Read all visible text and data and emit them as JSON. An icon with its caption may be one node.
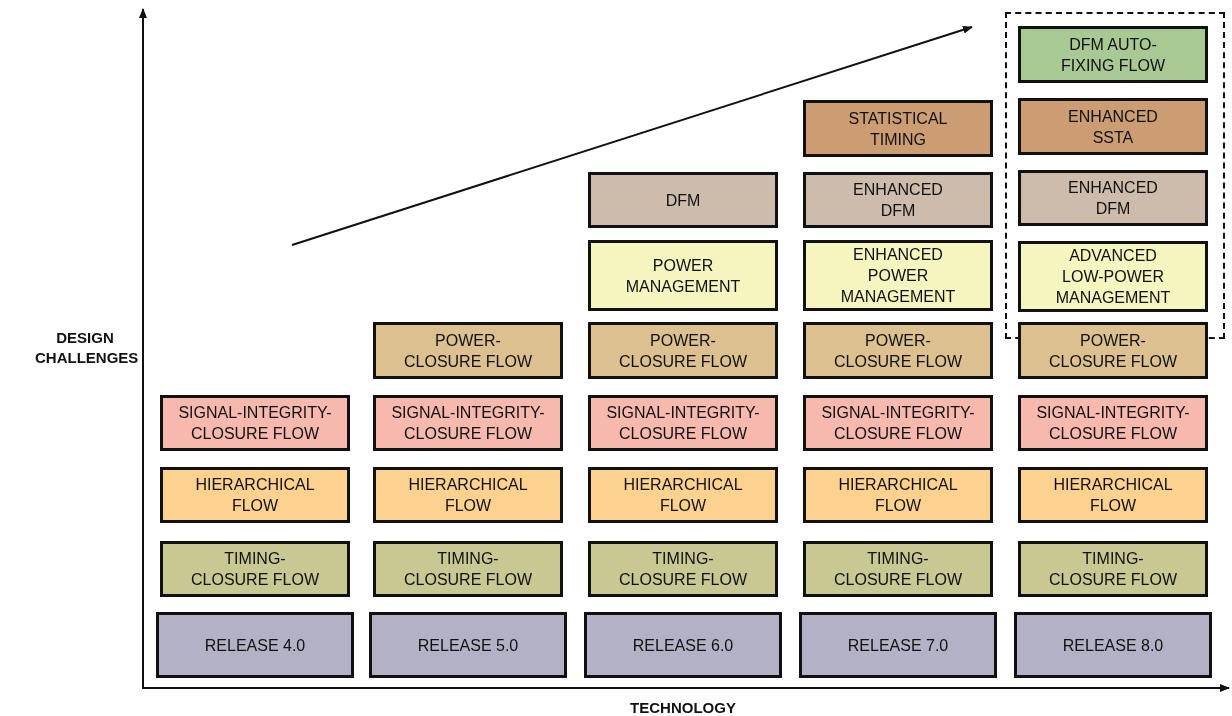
{
  "diagram": {
    "nodes": [
      {
        "text": [],
        "shape": "box"
      },
      {
        "text": [
          "DFM AUTO-FIXING FLOW"
        ],
        "in": 0
      },
      {
        "text": [
          "STATISTICAL TIMING"
        ]
      },
      {
        "text": [
          "ENHANCED SSTA"
        ],
        "in": 0
      },
      {
        "text": [
          "DFM"
        ]
      },
      {
        "text": [
          "ENHANCED DFM"
        ]
      },
      {
        "text": [
          "ENHANCED DFM"
        ],
        "in": 0
      },
      {
        "text": [
          "POWER MANAGEMENT"
        ]
      },
      {
        "text": [
          "ENHANCED POWER MANAGEMENT"
        ]
      },
      {
        "text": [
          "ADVANCED LOW-POWER MANAGEMENT"
        ],
        "in": 0
      },
      {
        "text": [
          "POWER-CLOSURE FLOW"
        ]
      },
      {
        "text": [
          "POWER-CLOSURE FLOW"
        ]
      },
      {
        "text": [
          "POWER-CLOSURE FLOW"
        ]
      },
      {
        "text": [
          "POWER-CLOSURE FLOW"
        ]
      },
      {
        "text": [
          "SIGNAL-INTEGRITY-CLOSURE FLOW"
        ]
      },
      {
        "text": [
          "SIGNAL-INTEGRITY-CLOSURE FLOW"
        ]
      },
      {
        "text": [
          "SIGNAL-INTEGRITY-CLOSURE FLOW"
        ]
      },
      {
        "text": [
          "SIGNAL-INTEGRITY-CLOSURE FLOW"
        ]
      },
      {
        "text": [
          "SIGNAL-INTEGRITY-CLOSURE FLOW"
        ]
      },
      {
        "text": [
          "HIERARCHICAL FLOW"
        ]
      },
      {
        "text": [
          "HIERARCHICAL FLOW"
        ]
      },
      {
        "text": [
          "HIERARCHICAL FLOW"
        ]
      },
      {
        "text": [
          "HIERARCHICAL FLOW"
        ]
      },
      {
        "text": [
          "HIERARCHICAL FLOW"
        ]
      },
      {
        "text": [
          "TIMING-CLOSURE FLOW"
        ]
      },
      {
        "text": [
          "TIMING-CLOSURE FLOW"
        ]
      },
      {
        "text": [
          "TIMING-CLOSURE FLOW"
        ]
      },
      {
        "text": [
          "TIMING-CLOSURE FLOW"
        ]
      },
      {
        "text": [
          "TIMING-CLOSURE FLOW"
        ]
      },
      {
        "text": [
          "RELEASE 4.0"
        ]
      },
      {
        "text": [
          "RELEASE 5.0"
        ]
      },
      {
        "text": [
          "RELEASE 6.0"
        ]
      },
      {
        "text": [
          "RELEASE 7.0"
        ]
      },
      {
        "text": [
          "RELEASE 8.0"
        ]
      }
    ],
    "edges": [],
    "labels": [
      "DESIGN CHALLENGES",
      "TECHNOLOGY"
    ]
  }
}
